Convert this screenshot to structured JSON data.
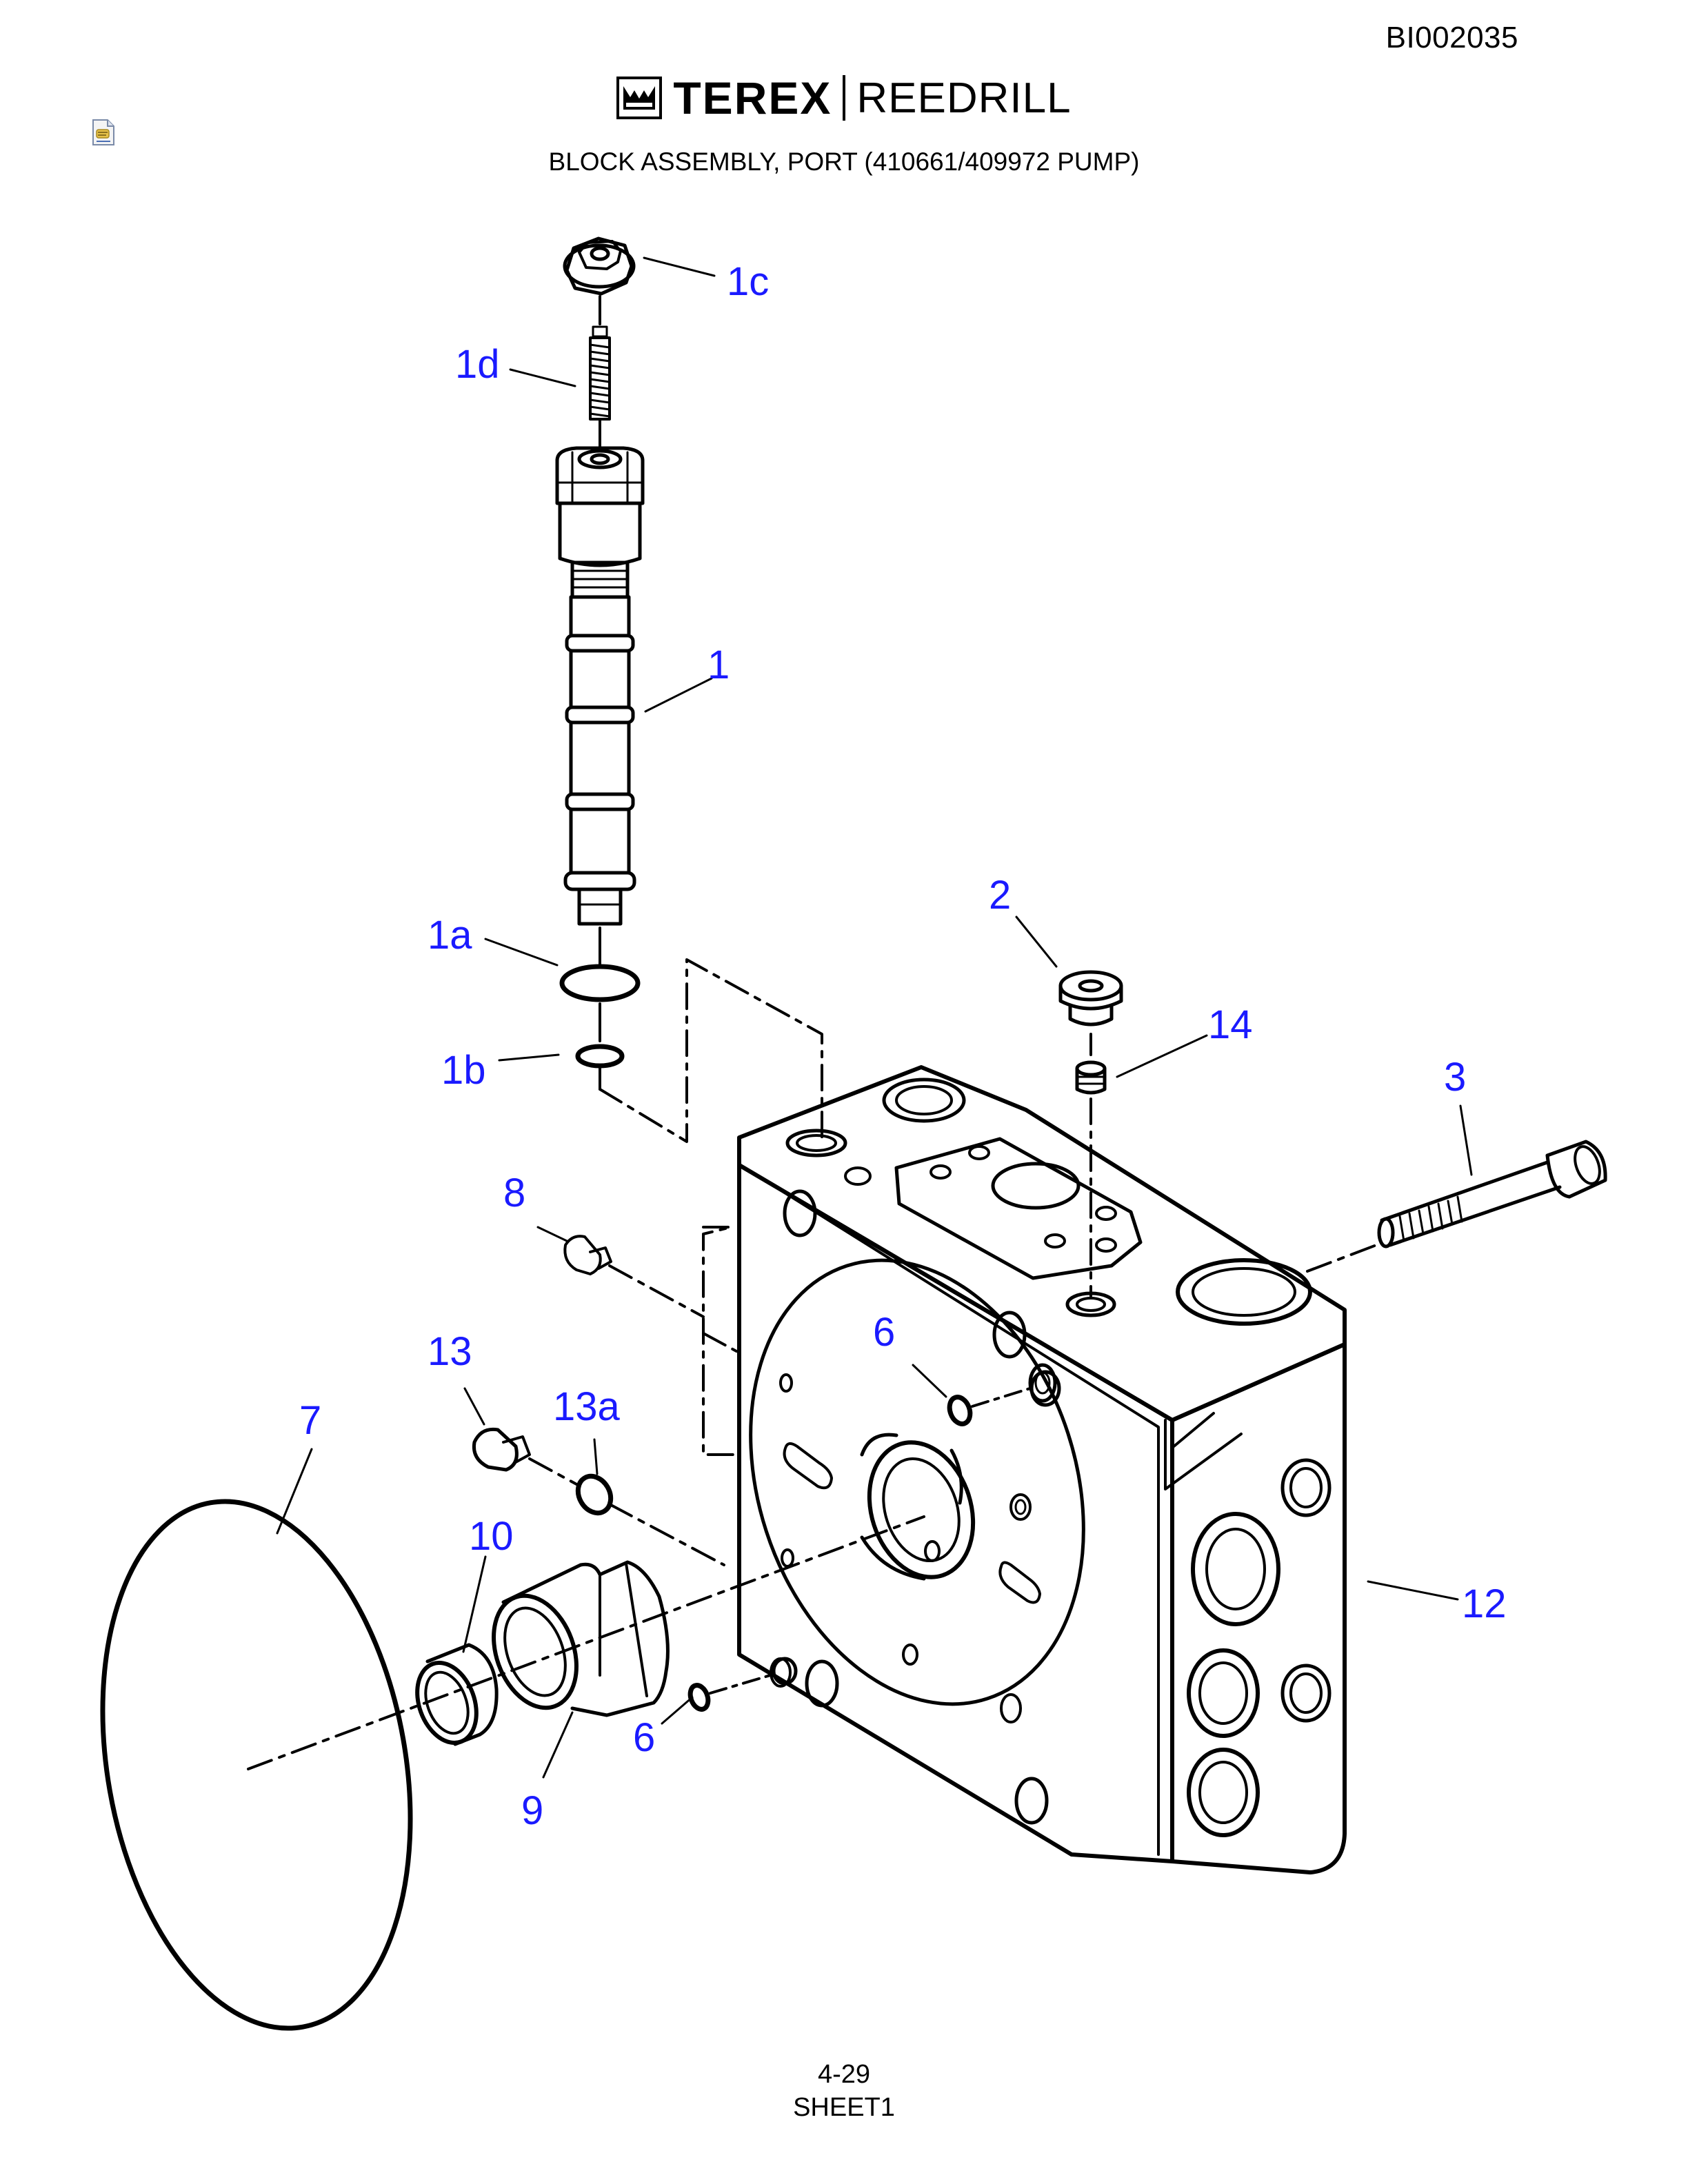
{
  "header": {
    "doc_id": "BI002035",
    "brand_left": "TEREX",
    "brand_right": "REEDRILL",
    "title": "BLOCK ASSEMBLY, PORT (410661/409972 PUMP)"
  },
  "callouts": {
    "c1": "1",
    "c1a": "1a",
    "c1b": "1b",
    "c1c": "1c",
    "c1d": "1d",
    "c2": "2",
    "c3": "3",
    "c6a": "6",
    "c6b": "6",
    "c7": "7",
    "c8": "8",
    "c9": "9",
    "c10": "10",
    "c12": "12",
    "c13": "13",
    "c13a": "13a",
    "c14": "14"
  },
  "footer": {
    "page": "4-29",
    "sheet": "SHEET1"
  },
  "colors": {
    "callout": "#1a1aff",
    "line": "#000000"
  },
  "icons": [
    "terex-logo-icon",
    "note-icon"
  ]
}
